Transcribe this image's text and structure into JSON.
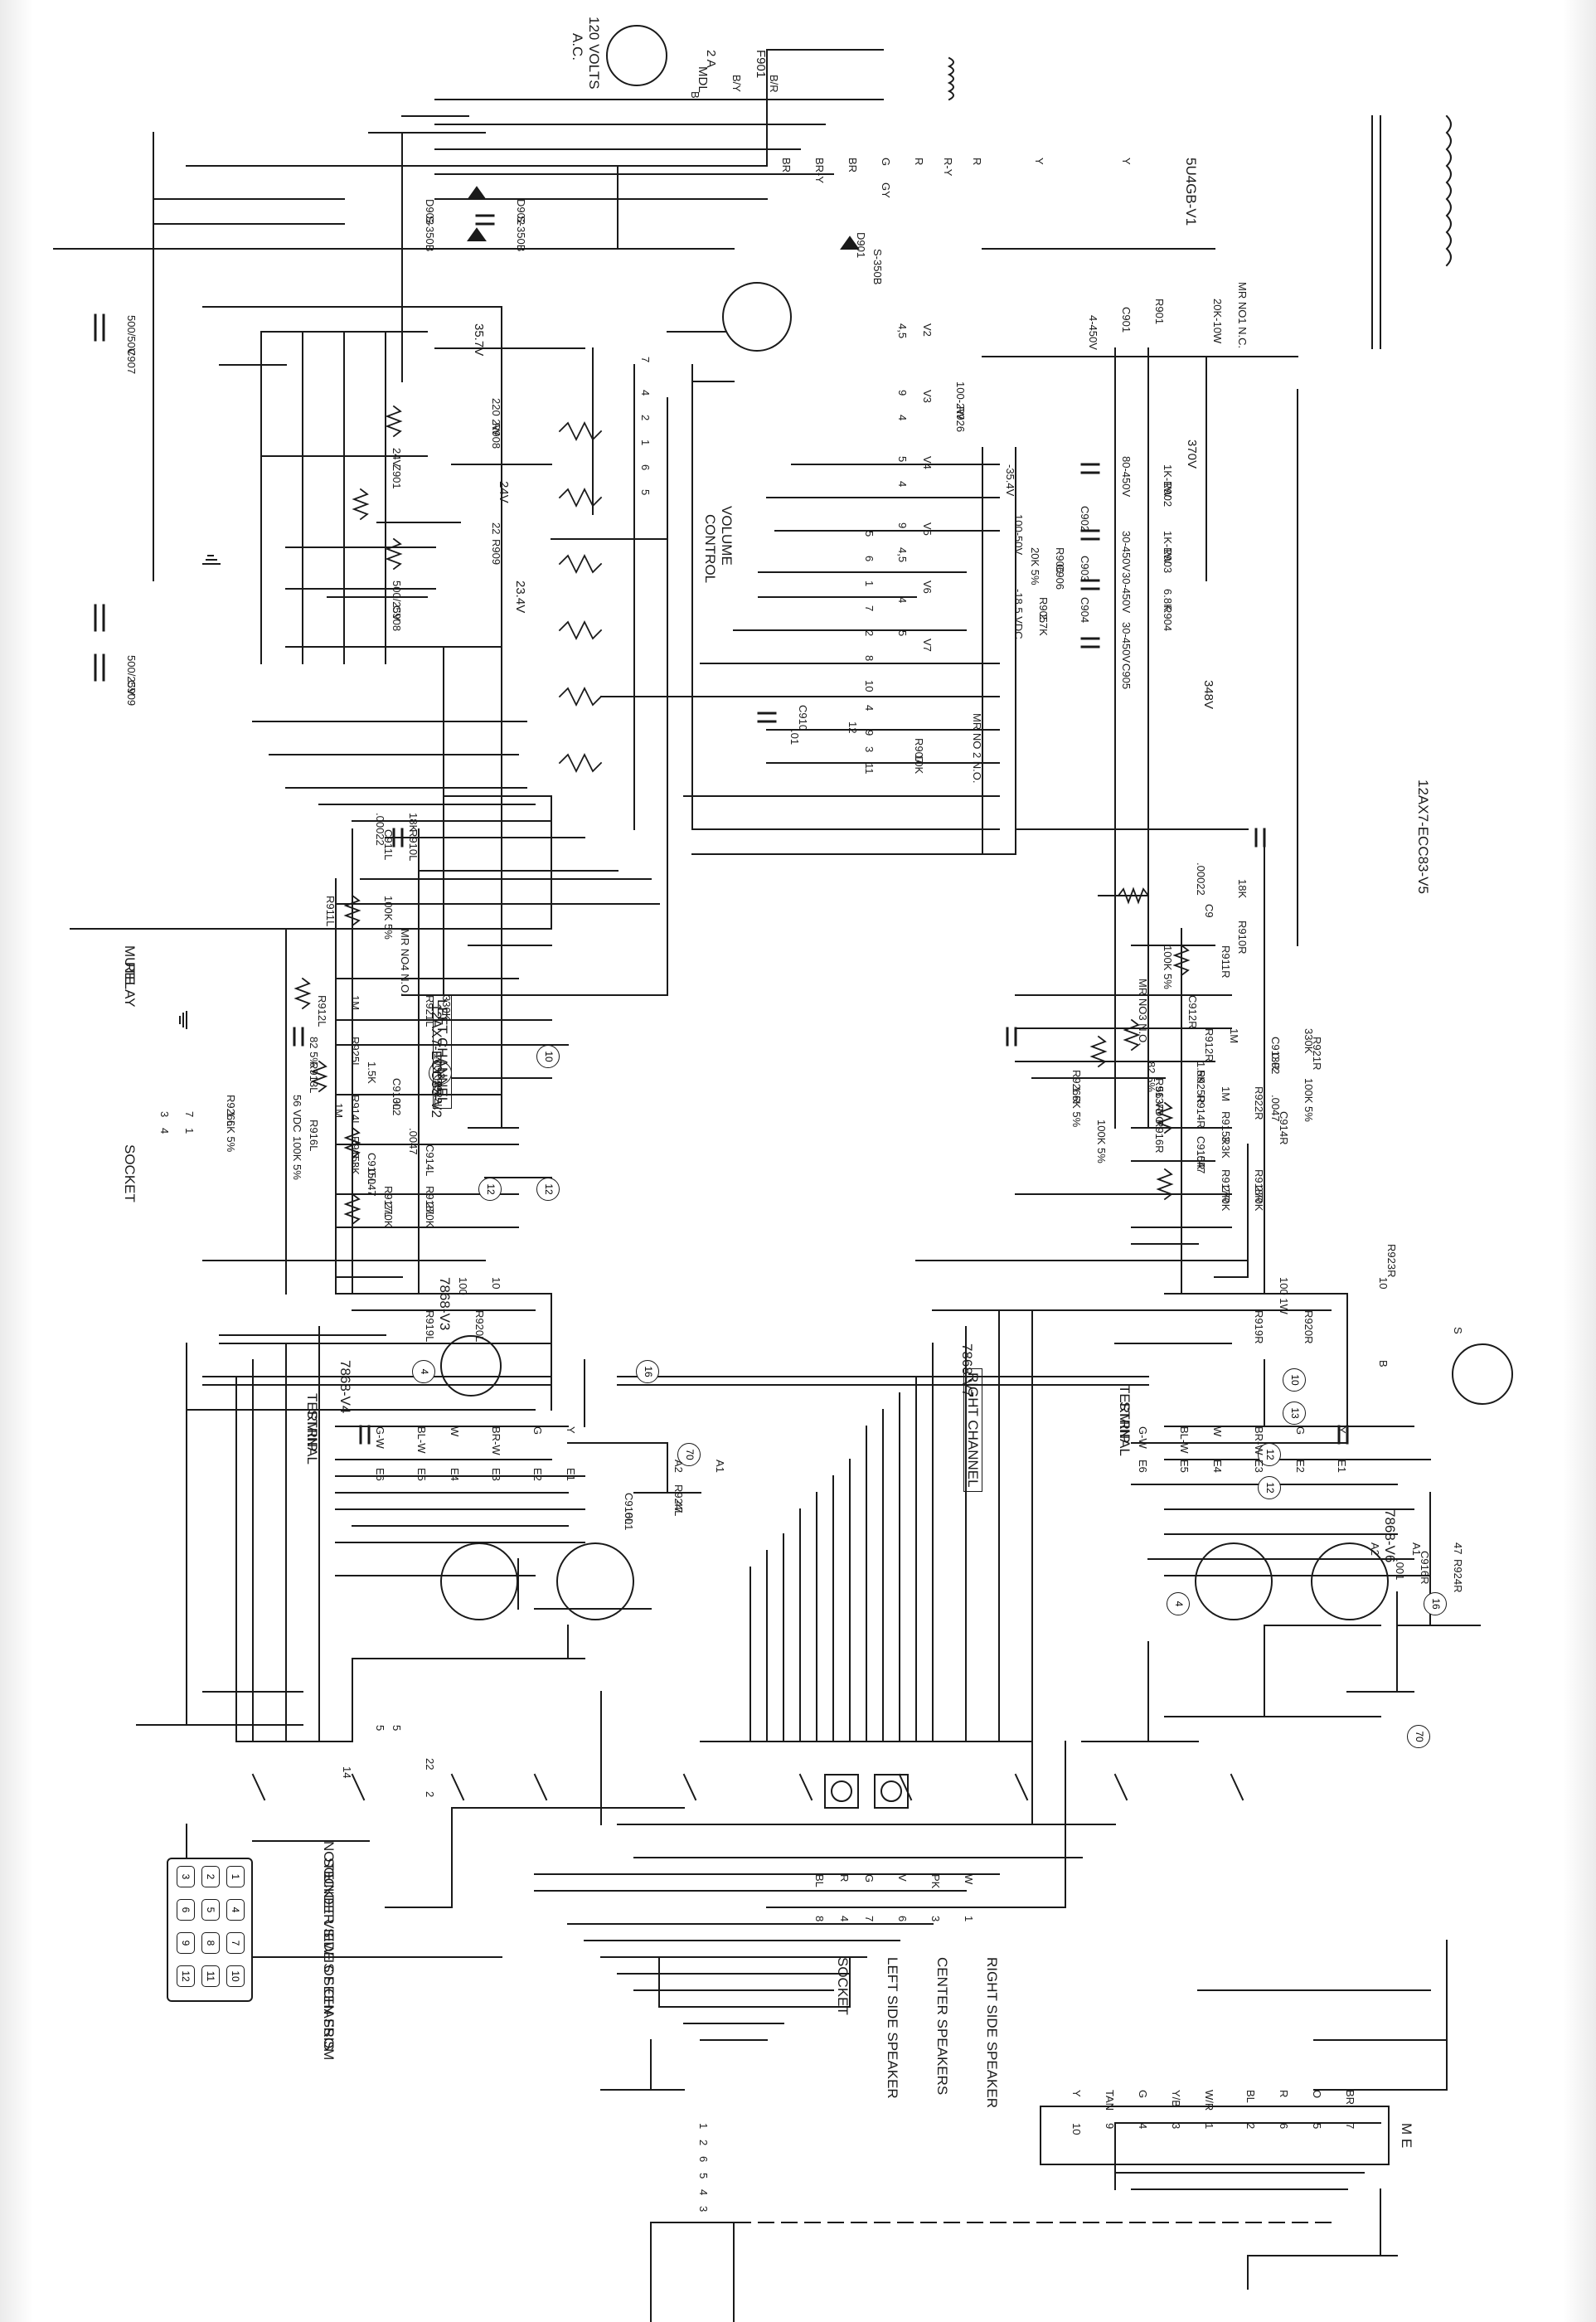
{
  "power": {
    "line_label_a": "120 VOLTS",
    "line_label_b": "A.C.",
    "fuse_id": "F901",
    "fuse_rating_a": "2 A",
    "fuse_rating_b": "MDL",
    "pt_wire_by": "B/Y",
    "pt_wire_br": "B/R",
    "pt_wire_b": "B",
    "rectifier": "5U4GB-V1",
    "wires": [
      "BR",
      "BR-Y",
      "BR",
      "G",
      "GY",
      "R",
      "R-Y",
      "R",
      "Y",
      "Y"
    ],
    "diodes": [
      "D901",
      "D902",
      "D903"
    ],
    "diode_types": [
      "S-350B",
      "S-350B",
      "S-350B"
    ],
    "relay_switch": "MR NO1 N.C.",
    "r901": "R901",
    "r901_val": "20K-10W",
    "c901": "C901",
    "c901_val": "4-450V",
    "volt_370": "370V",
    "volt_357": "35.7V",
    "volt_24": "24V",
    "volt_234": "23.4V",
    "volt_354": "-35.4V",
    "volt_185": "-18.5 VDC",
    "volt_348": "348V",
    "heater_tags": [
      "V2",
      "V3",
      "V4",
      "V5",
      "V6",
      "V7"
    ],
    "heater_pins": [
      "4,5",
      "9",
      "4",
      "5",
      "4",
      "9",
      "4,5",
      "4",
      "5"
    ],
    "r926_val": "100-2W",
    "r926": "R926",
    "c902": "C902",
    "c902_val": "80-450V",
    "c903": "C903",
    "c903_val": "30-450V",
    "c904": "C904",
    "c904_val": "30-450V",
    "c905": "C905",
    "c905_val": "30-450V",
    "r902": "R902",
    "r902_val": "1K-1W",
    "r903": "R903",
    "r903_val": "1K-1W",
    "r904": "R904",
    "r904_val": "6.8K",
    "c906": "C906",
    "c906_val": "100-50V",
    "r906": "R906",
    "r906_val": "20K 5%",
    "r905": "R905",
    "r905_val": "2.7K",
    "c907": "C907",
    "c907_val": "500/50V",
    "r908": "R908",
    "r908_val": "220 2W",
    "z901": "Z901",
    "z901_val": "24V",
    "r909": "R909",
    "r909_val": "22",
    "c908": "C908",
    "c908_val": "500/25V",
    "c909": "C909",
    "c909_val": "500/25V"
  },
  "volume": {
    "title_a": "VOLUME",
    "title_b": "CONTROL",
    "pins": [
      "7",
      "4",
      "2",
      "1",
      "6",
      "5"
    ],
    "strip_pins": [
      "5",
      "6",
      "1",
      "7",
      "2",
      "8",
      "10",
      "4",
      "12",
      "9",
      "3",
      "11"
    ],
    "c910": "C910",
    "c910_val": ".01",
    "r907": "R907",
    "r907_val": "10K",
    "mr_no2": "MR NO 2 N.O."
  },
  "left": {
    "channel_label": "LEFT CHANNEL",
    "tube_v2": "12AX7-ECC83-V2",
    "tube_v4": "7868-V4",
    "tube_v3": "7868-V3",
    "c911": "C911L",
    "c911_val": ".00022",
    "r910": "R910L",
    "r910_val": "18K",
    "r911": "R911L",
    "r911_val": "100K 5%",
    "mr_no4": "MR NO4 N.O.",
    "r912": "R912L",
    "r912_val": "1M",
    "r921": "R921L",
    "r921_val": "330K",
    "r925": "R925L",
    "r925_val": "82 5%",
    "r913": "R913L",
    "r913_val": "1.5K",
    "r922": "R922L",
    "r922_val": "100K 5%",
    "c913": "C913L",
    "c913_val": ".002",
    "r914": "R914L",
    "r914_val": "1M",
    "vdc": "56 VDC",
    "r916": "R916L",
    "r916_val": "100K 5%",
    "r915": "R915L",
    "r915_val": "3.3K",
    "c914": "C914L",
    "c914_val": ".0047",
    "c915": "C915L",
    "c915_val": "0.047",
    "r917": "R917L",
    "r917_val": "270K",
    "r918": "R918L",
    "r918_val": "270K",
    "r919": "R919L",
    "r920": "R920L",
    "r920_val": "100",
    "r923_val": "10",
    "r926": "R926L",
    "r926_val": "1.6K 5%",
    "relay_a": "MUTE",
    "relay_b": "RELAY",
    "socket": "SOCKET",
    "socket_pins": [
      "1",
      "7",
      "4",
      "3"
    ],
    "terminal_a": "TERMINAL",
    "terminal_b": "STRIP",
    "strip_wires": [
      "G-W",
      "BL-W",
      "W",
      "BR-W",
      "G",
      "Y"
    ],
    "strip_terms": [
      "E6",
      "E5",
      "E4",
      "E3",
      "E2",
      "E1"
    ],
    "tap": "70",
    "a1": "A1",
    "a2": "A2",
    "r924": "R924L",
    "r924_val": "47",
    "c916": "C916L",
    "c916_val": ".001",
    "pin_circles": [
      "10",
      "13",
      "12",
      "12",
      "16",
      "4"
    ]
  },
  "right": {
    "channel_label": "RIGHT CHANNEL",
    "tube_v5": "12AX7-ECC83-V5",
    "tube_v6": "7868-V6",
    "tube_v7": "7868-V7",
    "c9": "C9",
    "c9_val": ".00022",
    "r910": "R910R",
    "r910_val": "18K",
    "r911": "R911R",
    "r911_val": "100K 5%",
    "mr_no3": "MR NO3 N.O.",
    "c912": "C912R",
    "r912": "R912R",
    "r912_val": "1M",
    "r921": "R921R",
    "r921_val": "330K",
    "r925": "R925R",
    "r925_val": "82.5%",
    "r913": "R913R",
    "r913_val": "1.5K",
    "r922": "R922R",
    "r922_val": "100K 5%",
    "c913": "C913R",
    "c913_val": "0.02",
    "r914": "R914R",
    "r914_val": "1M",
    "vdc": "56 VDC",
    "r916": "R916R",
    "r916_val": "100K 5%",
    "r915": "R915R",
    "r915_val": "3.3K",
    "c914": "C914R",
    "c914_val": ".0047",
    "c915": "C915R",
    "c915_val": ".047",
    "r917": "R917R",
    "r917_val": "270K",
    "r918": "R918R",
    "r918_val": "270K",
    "r919": "R919R",
    "r920": "R920R",
    "r920_val": "100 1W",
    "r923": "R923R",
    "r923_val": "10",
    "r926": "R926R",
    "r926_val": "1.6K 5%",
    "terminal_a": "TERMINAL",
    "terminal_b": "STRIP",
    "strip_wires": [
      "G-W",
      "BL-W",
      "W",
      "BR-W",
      "G",
      "Y"
    ],
    "strip_terms": [
      "E6",
      "E5",
      "E4",
      "E3",
      "E2",
      "E1"
    ],
    "tap": "70",
    "a1": "A1",
    "a2": "A2",
    "r924": "R924R",
    "r924_val": "47",
    "c916": "C916R",
    "c916_val": ".001",
    "pin_circles": [
      "10",
      "13",
      "12",
      "12",
      "16",
      "4"
    ],
    "wire_b": "B",
    "wire_s": "S"
  },
  "output": {
    "speaker_right": "RIGHT SIDE SPEAKER",
    "speaker_center": "CENTER SPEAKERS",
    "speaker_left": "LEFT SIDE SPEAKER",
    "socket": "SOCKET",
    "socket_tags": [
      "W",
      "PK",
      "V",
      "G",
      "R",
      "BL"
    ],
    "socket_pins": [
      "1",
      "3",
      "6",
      "7",
      "4",
      "8"
    ],
    "plug_colors": [
      "Y",
      "TAN",
      "G",
      "Y/B",
      "W/R",
      "BL",
      "R",
      "O",
      "BR"
    ],
    "plug_pins": [
      "10",
      "9",
      "4",
      "3",
      "1",
      "2",
      "6",
      "5",
      "7"
    ],
    "plug_title": "M E",
    "switch_nums": [
      "5",
      "5",
      "14",
      "22",
      "2"
    ],
    "right_table": [
      "1",
      "2",
      "6",
      "5",
      "4",
      "3"
    ]
  },
  "note": {
    "line1": "NOTE",
    "line2": "SOCKET VIEW IS SEEN FROM",
    "line3": "UNDER SIDE OF CHASSIS",
    "keys": [
      "1",
      "4",
      "7",
      "10",
      "2",
      "5",
      "8",
      "11",
      "3",
      "6",
      "9",
      "12"
    ]
  }
}
